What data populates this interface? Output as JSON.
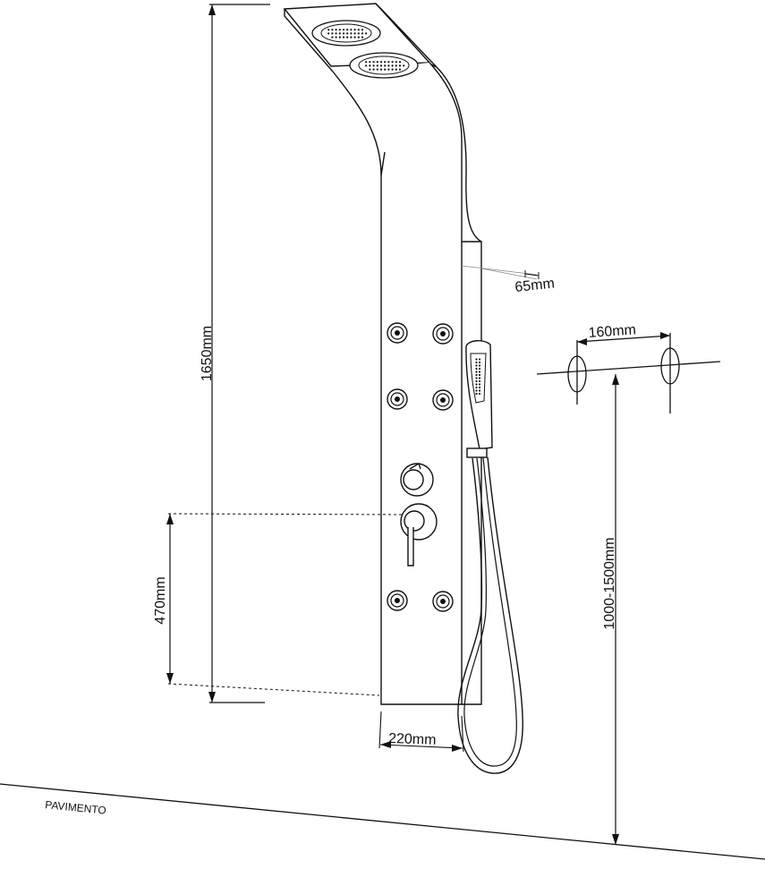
{
  "labels": {
    "height": "1650mm",
    "depth": "65mm",
    "spacing": "160mm",
    "mount_height": "1000-1500mm",
    "mixer_height": "470mm",
    "width": "220mm",
    "floor": "PAVIMENTO"
  },
  "colors": {
    "line": "#111111",
    "guide": "#555555",
    "background": "#ffffff"
  },
  "components": {
    "body_jets": 6,
    "rain_heads": 2,
    "wall_connections": 2
  }
}
